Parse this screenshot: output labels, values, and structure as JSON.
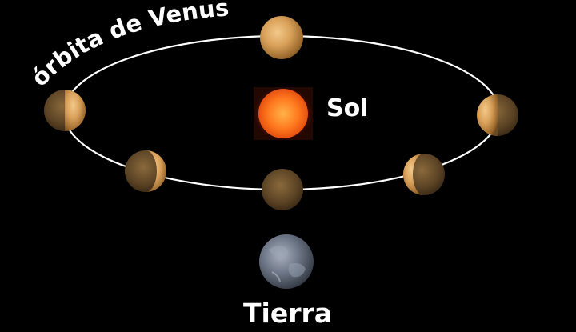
{
  "labels": {
    "orbit": "órbita de Venus",
    "sun": "Sol",
    "earth": "Tierra"
  },
  "colors": {
    "background": "#000000",
    "orbit_line": "#ffffff",
    "venus_lit": "#d9a15a",
    "venus_dark": "#3a2a16",
    "sun": "#ff6a1a",
    "earth": "#6a7383",
    "text": "#ffffff"
  },
  "venus_phases": [
    {
      "id": "far",
      "phase": "full"
    },
    {
      "id": "east-elongation",
      "phase": "half-right-lit"
    },
    {
      "id": "west-elongation",
      "phase": "half-left-lit"
    },
    {
      "id": "near-right",
      "phase": "crescent-left"
    },
    {
      "id": "near-left",
      "phase": "crescent-right"
    },
    {
      "id": "inferior-conjunction",
      "phase": "new"
    }
  ]
}
